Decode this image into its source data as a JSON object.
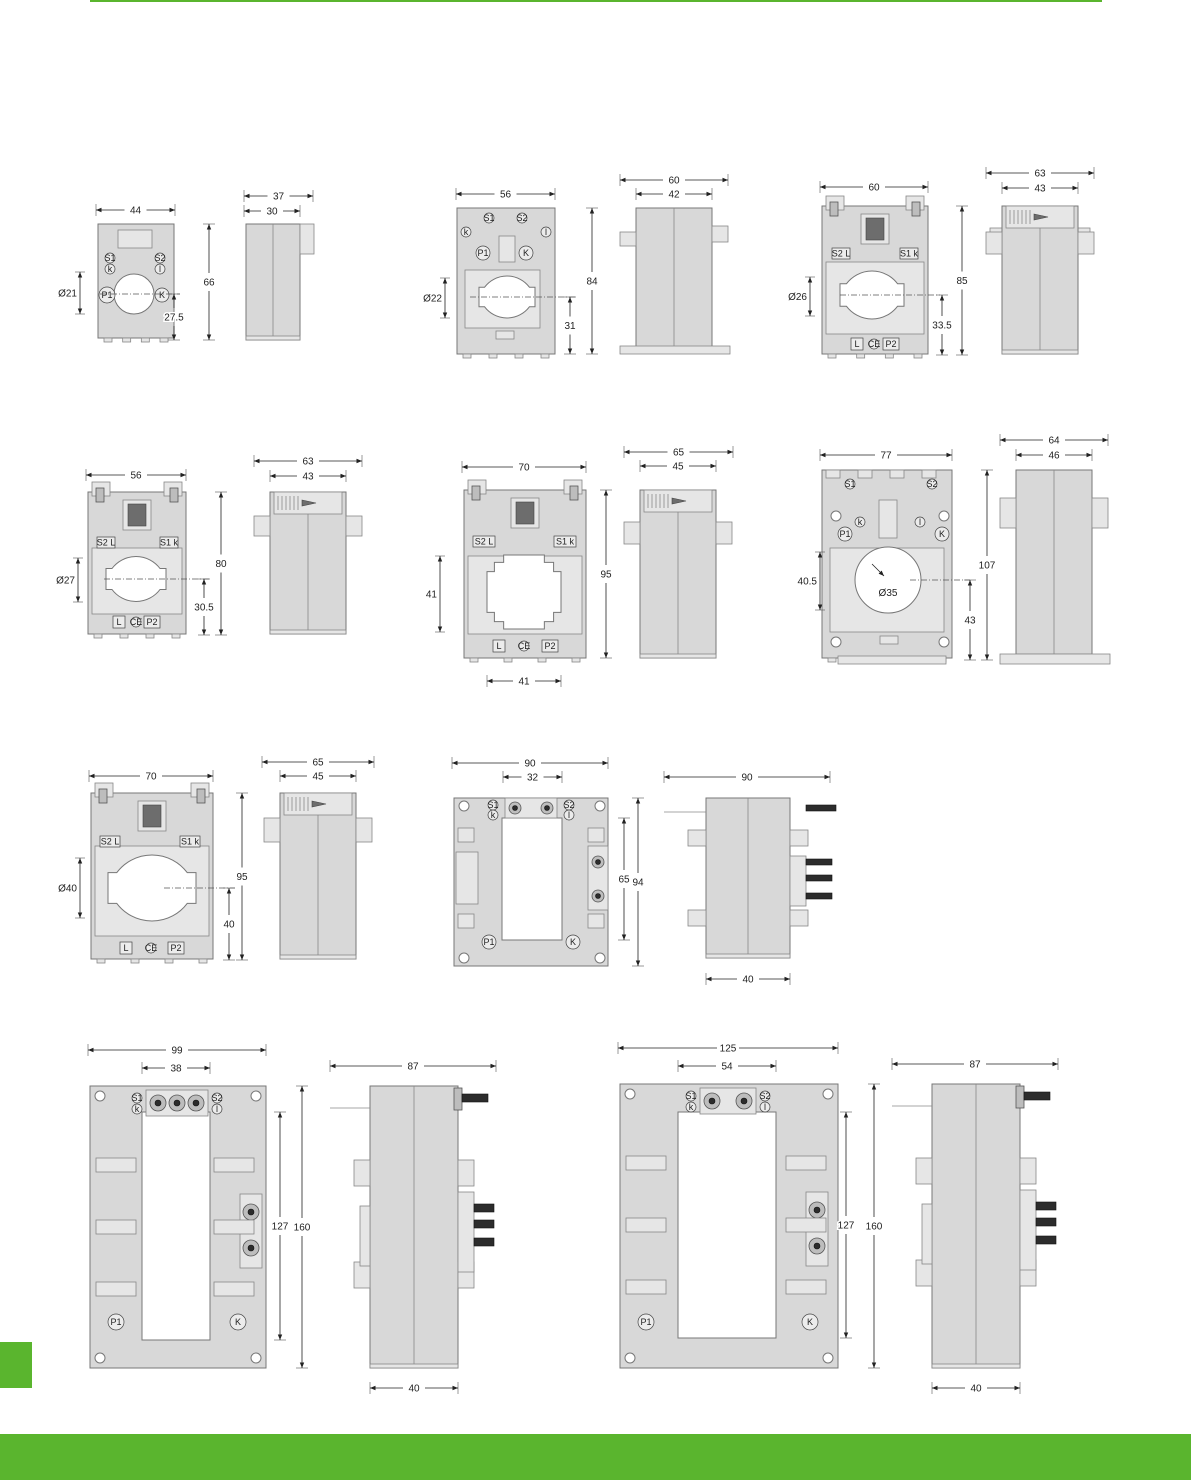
{
  "theme": {
    "accent": "#5ab52e",
    "body_grey": "#d8d8d8",
    "line": "#222222"
  },
  "marks": {
    "P1": "P1",
    "P2": "P2",
    "K": "K",
    "k": "k",
    "L": "L",
    "l": "l",
    "S1": "S1",
    "S2": "S2",
    "S1k": "S1 k",
    "S2L": "S2 L",
    "CE": "CE"
  },
  "transformers": [
    {
      "id": "ct-21",
      "front_width": "44",
      "height": "66",
      "hole": "Ø21",
      "axis_height": "27.5",
      "side_depth": "37",
      "side_body": "30"
    },
    {
      "id": "ct-22",
      "front_width": "56",
      "height": "84",
      "hole": "Ø22",
      "axis_height": "31",
      "side_depth": "60",
      "side_body": "42"
    },
    {
      "id": "ct-26",
      "front_width": "60",
      "height": "85",
      "hole": "Ø26",
      "axis_height": "33.5",
      "side_depth": "63",
      "side_body": "43"
    },
    {
      "id": "ct-27",
      "front_width": "56",
      "height": "80",
      "hole": "Ø27",
      "axis_height": "30.5",
      "side_depth": "63",
      "side_body": "43"
    },
    {
      "id": "ct-41",
      "front_width": "70",
      "height": "95",
      "window_height": "41",
      "window_width": "41",
      "side_depth": "65",
      "side_body": "45"
    },
    {
      "id": "ct-35",
      "front_width": "77",
      "height": "107",
      "hole": "Ø35",
      "upper": "40.5",
      "axis_height": "43",
      "side_depth": "64",
      "side_body": "46"
    },
    {
      "id": "ct-40",
      "front_width": "70",
      "height": "95",
      "hole": "Ø40",
      "axis_height": "40",
      "side_depth": "65",
      "side_body": "45"
    },
    {
      "id": "ct-90",
      "front_width": "90",
      "window_width": "32",
      "window_height": "65",
      "height": "94",
      "side_depth": "90",
      "side_body": "40"
    },
    {
      "id": "ct-99",
      "front_width": "99",
      "window_width": "38",
      "window_height": "127",
      "height": "160",
      "side_depth": "87",
      "side_body": "40"
    },
    {
      "id": "ct-125",
      "front_width": "125",
      "window_width": "54",
      "window_height": "127",
      "height": "160",
      "side_depth": "87",
      "side_body": "40"
    }
  ]
}
